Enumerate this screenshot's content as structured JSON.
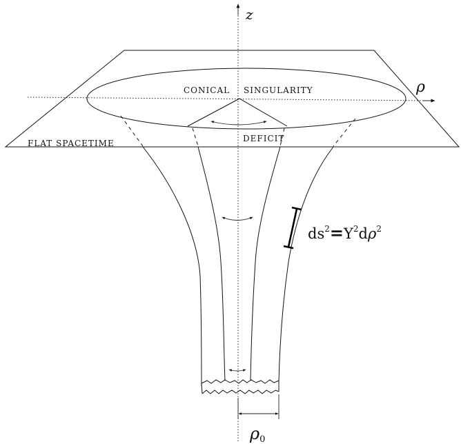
{
  "labels": {
    "z_axis": "z",
    "rho_axis": "ρ",
    "conical": "CONICAL",
    "singularity": "SINGULARITY",
    "flat_spacetime": "FLAT SPACETIME",
    "deficit": "DEFICIT",
    "rho0_symbol": "ρ",
    "rho0_subscript": "0"
  },
  "equation": {
    "ds": "ds",
    "sq1": "2",
    "eq": "=",
    "Y": "Y",
    "sq2": "2",
    "d": "d",
    "rho": "ρ",
    "sq3": "2"
  },
  "colors": {
    "stroke": "#111111",
    "background": "#ffffff"
  }
}
